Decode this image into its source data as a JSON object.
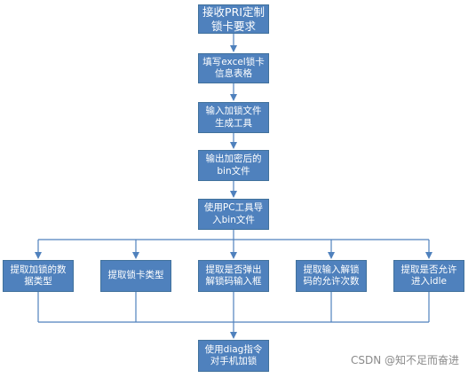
{
  "diagram": {
    "nodes": {
      "step1": "接收PRI定制\n锁卡要求",
      "step2": "填写excel锁卡\n信息表格",
      "step3": "输入加锁文件\n生成工具",
      "step4": "输出加密后的\nbin文件",
      "step5": "使用PC工具导\n入bin文件",
      "extract1": "提取加锁的数\n据类型",
      "extract2": "提取锁卡类型",
      "extract3": "提取是否弹出\n解锁码输入框",
      "extract4": "提取输入解锁\n码的允许次数",
      "extract5": "提取是否允许\n进入idle",
      "final": "使用diag指令\n对手机加锁"
    },
    "node_color": "#4f81bd",
    "line_color": "#4f81bd"
  },
  "watermark": "CSDN @知不足而奋进"
}
